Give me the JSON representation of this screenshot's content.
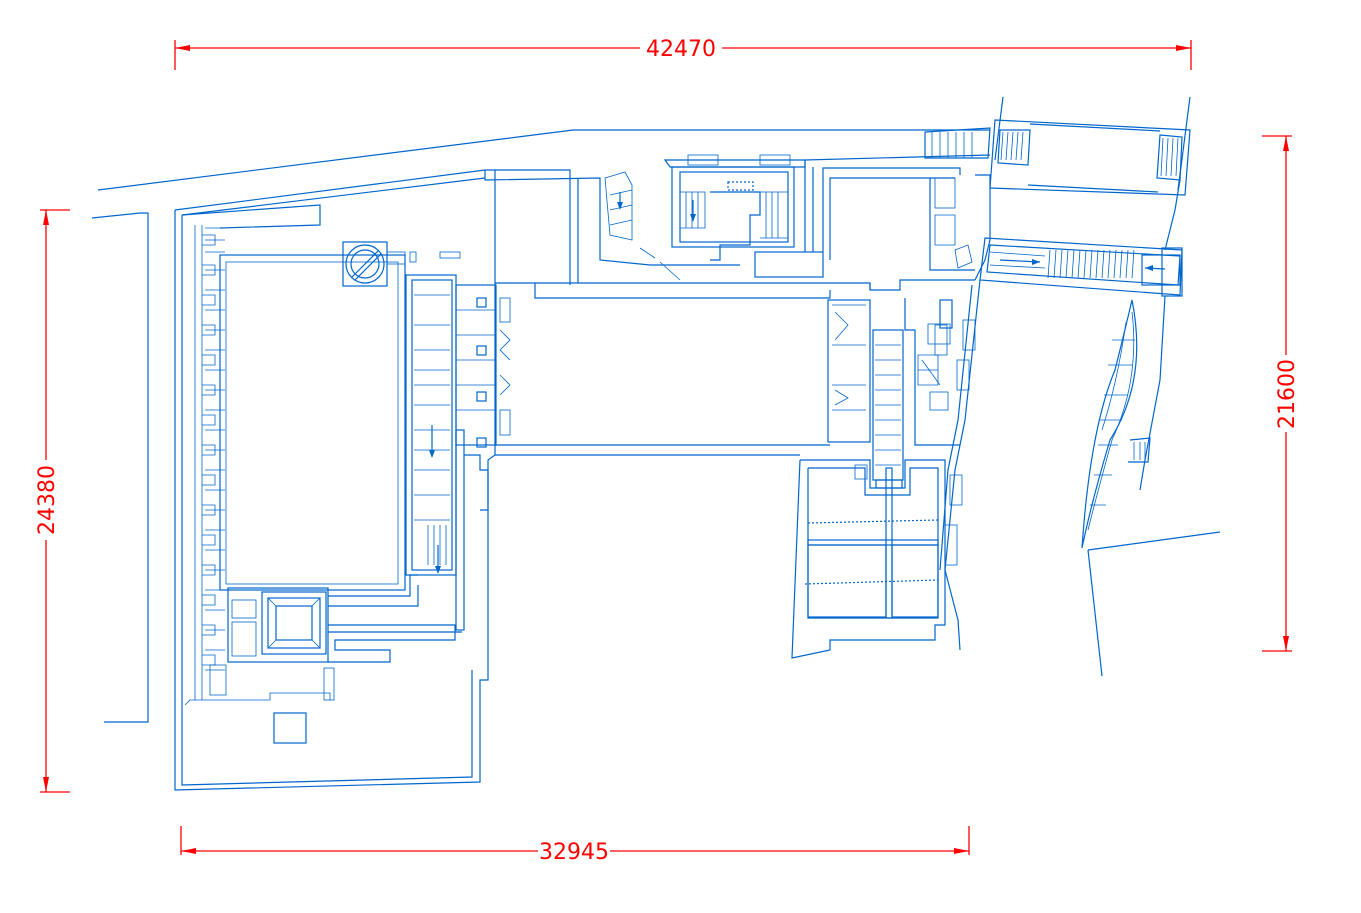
{
  "dimensions": {
    "top": "42470",
    "bottom": "32945",
    "left": "24380",
    "right": "21600"
  },
  "colors": {
    "dimension": "#ff0000",
    "plan": "#0066cc",
    "background": "#ffffff"
  }
}
